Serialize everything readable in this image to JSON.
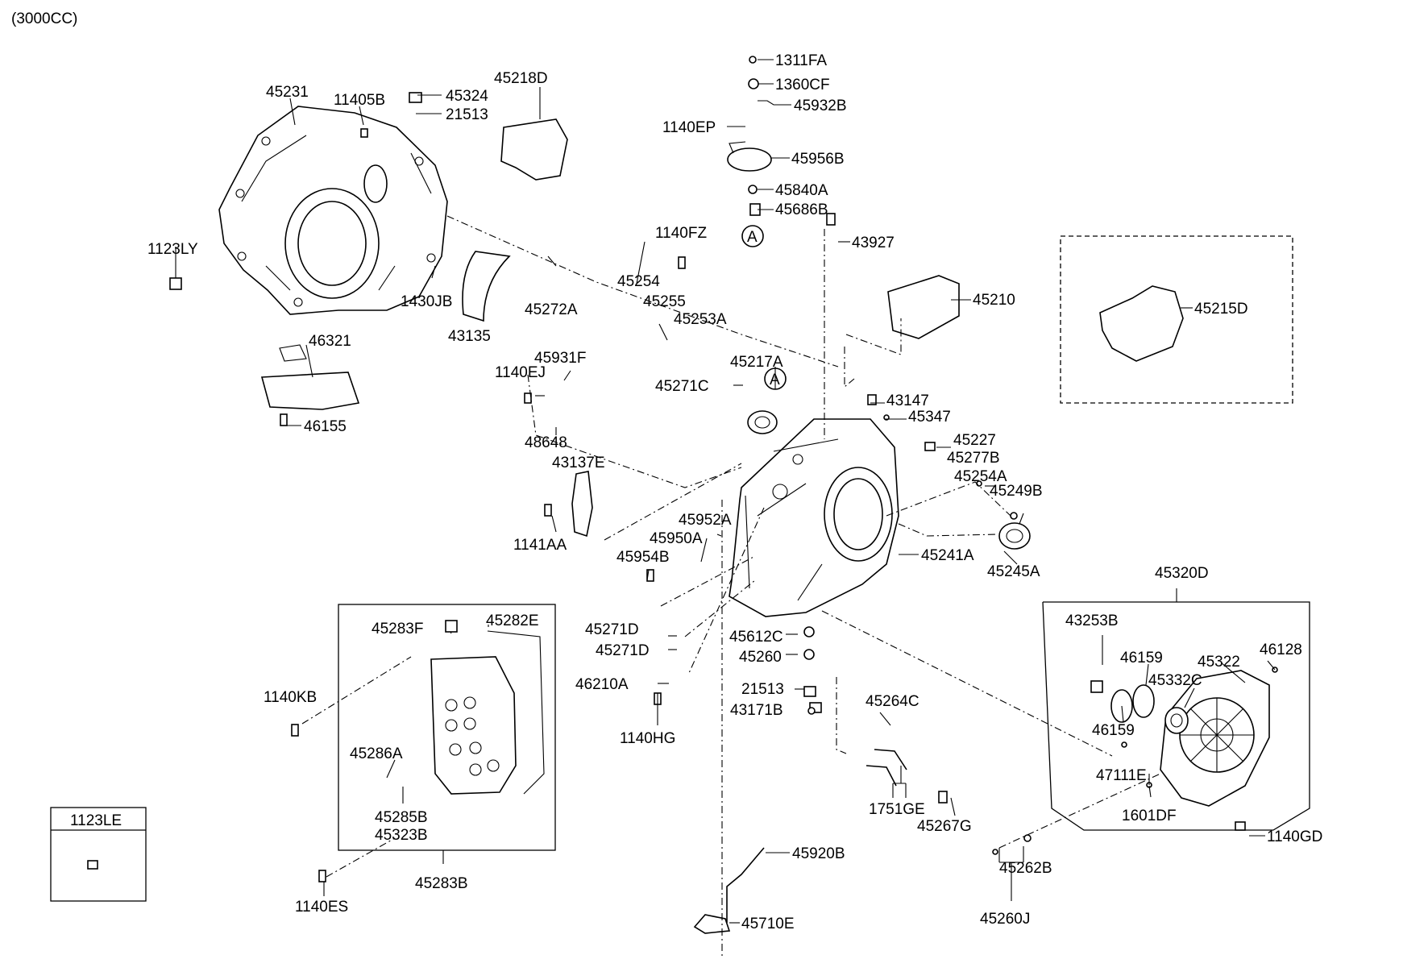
{
  "header": {
    "engine_note": "(3000CC)"
  },
  "ref_marker": "A",
  "labels": {
    "l45231": "45231",
    "l11405B": "11405B",
    "l45324": "45324",
    "l21513a": "21513",
    "l45218D": "45218D",
    "l1311FA": "1311FA",
    "l1360CF": "1360CF",
    "l45932B": "45932B",
    "l1140EP": "1140EP",
    "l45956B": "45956B",
    "l45840A": "45840A",
    "l45686B": "45686B",
    "l1140FZ": "1140FZ",
    "l43927": "43927",
    "l1123LY": "1123LY",
    "l1430JB": "1430JB",
    "l45272A": "45272A",
    "l45254": "45254",
    "l45255": "45255",
    "l45253A": "45253A",
    "l45210": "45210",
    "l45215D": "45215D",
    "l43135": "43135",
    "l46321": "46321",
    "l45931F": "45931F",
    "l1140EJ": "1140EJ",
    "l45217A": "45217A",
    "l45271Ca": "45271C",
    "l43147": "43147",
    "l45347": "45347",
    "l46155": "46155",
    "l48648": "48648",
    "l45227": "45227",
    "l45277B": "45277B",
    "l43137E": "43137E",
    "l45254A": "45254A",
    "l45249B": "45249B",
    "l45952A": "45952A",
    "l45950A": "45950A",
    "l1141AA": "1141AA",
    "l45954B": "45954B",
    "l45241A": "45241A",
    "l45245A": "45245A",
    "l45320D": "45320D",
    "l45283F": "45283F",
    "l45282E": "45282E",
    "l45271D1": "45271D",
    "l45271D2": "45271D",
    "l45612C": "45612C",
    "l45260a": "45260",
    "l43253B": "43253B",
    "l46159a": "46159",
    "l45322": "45322",
    "l46128": "46128",
    "l45332C": "45332C",
    "l1140KB": "1140KB",
    "l46210A": "46210A",
    "l21513b": "21513",
    "l45264C": "45264C",
    "l43171B": "43171B",
    "l46159b": "46159",
    "l1140HG": "1140HG",
    "l47111E": "47111E",
    "l45286A": "45286A",
    "l1751GE": "1751GE",
    "l1601DF": "1601DF",
    "l45285B": "45285B",
    "l45323B": "45323B",
    "l45267G": "45267G",
    "l1140GD": "1140GD",
    "l45920B": "45920B",
    "l45262B": "45262B",
    "l45283B": "45283B",
    "l1140ES": "1140ES",
    "l45260J": "45260J",
    "l45710E": "45710E",
    "l1123LE": "1123LE"
  }
}
